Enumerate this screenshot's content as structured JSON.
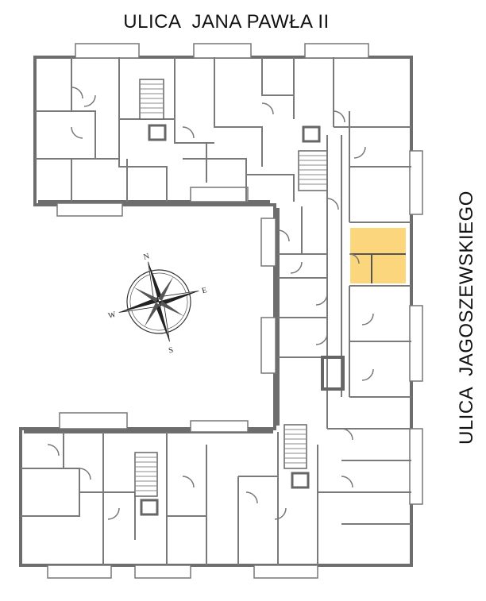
{
  "streets": {
    "top": "ULICA  JANA PAWŁA II",
    "right": "ULICA  JAGOSZEWSKIEGO"
  },
  "compass": {
    "n": "N",
    "e": "E",
    "s": "S",
    "w": "W"
  },
  "colors": {
    "walls": "#6d6d6d",
    "highlight": "#fcd67c",
    "background": "#ffffff"
  }
}
